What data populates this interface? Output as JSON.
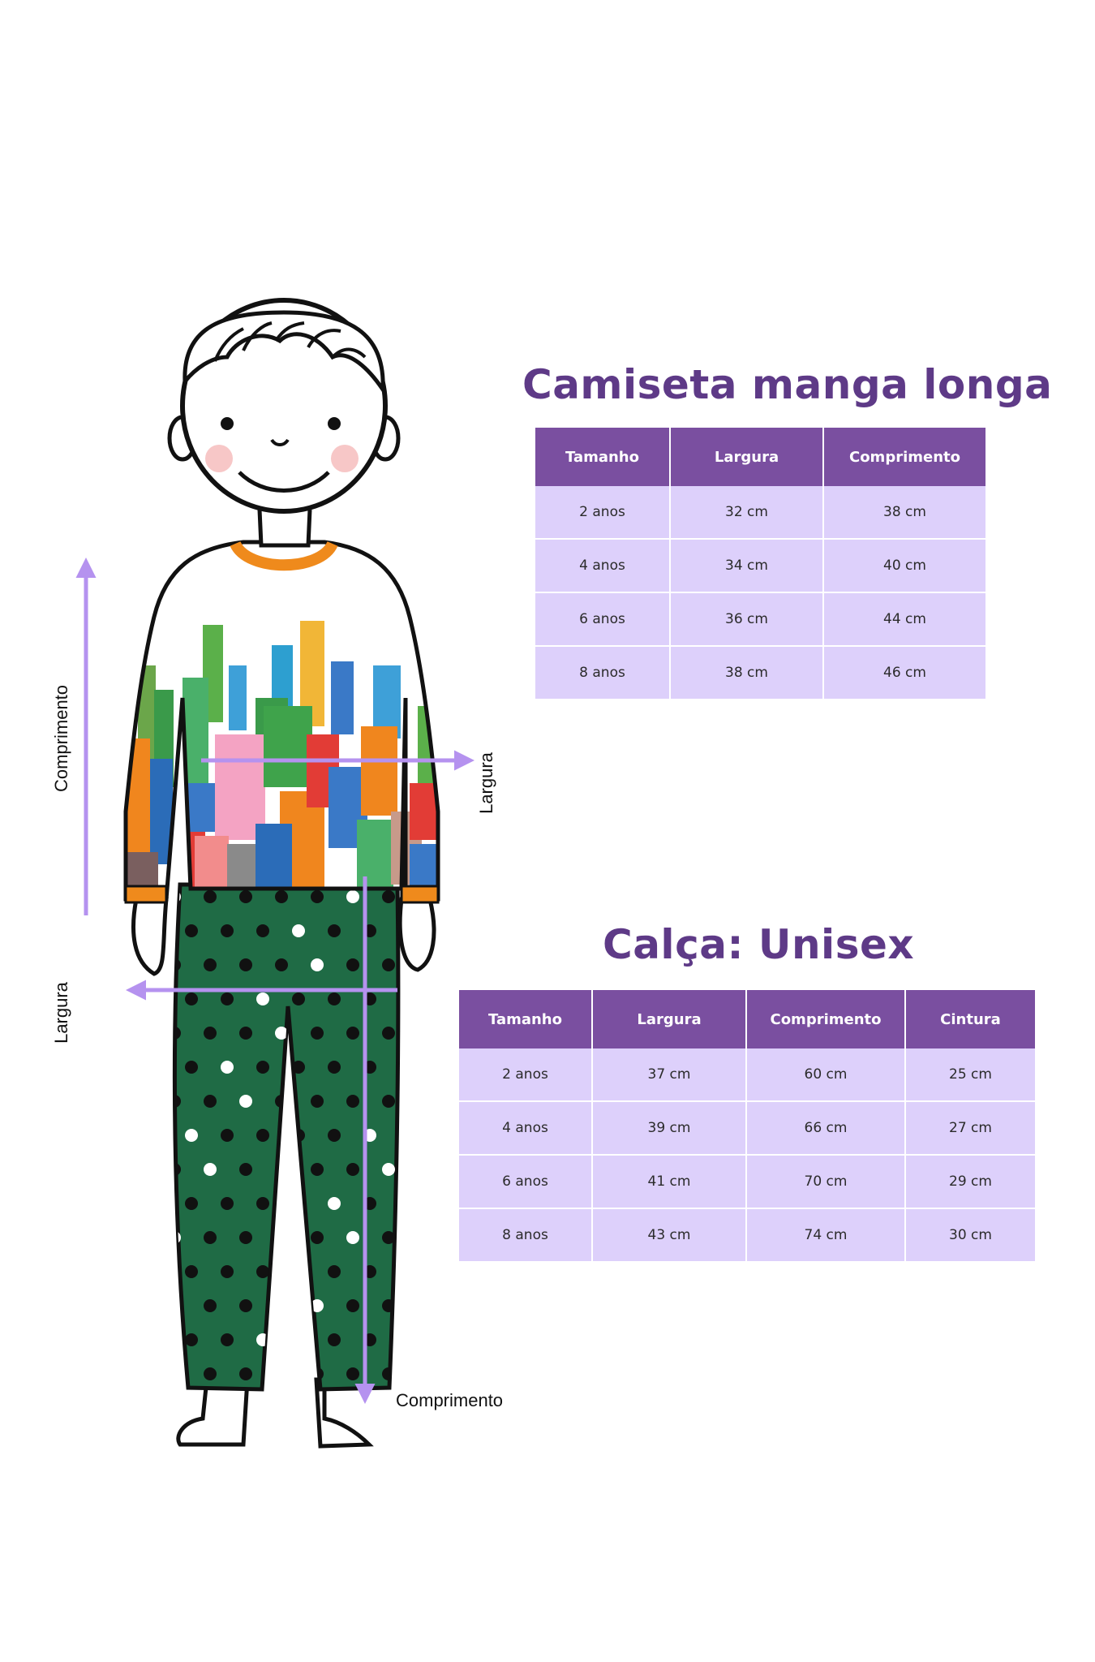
{
  "colors": {
    "title": "#5e3a87",
    "header_bg": "#7a4fa0",
    "cell_bg": "#ddd0fb",
    "arrow": "#b592ef",
    "pants_green": "#1f6b45",
    "collar_orange": "#ef8a1c"
  },
  "illustration": {
    "labels": {
      "shirt_length": "Comprimento",
      "shirt_width": "Largura",
      "pants_width": "Largura",
      "pants_length": "Comprimento"
    }
  },
  "shirt": {
    "title": "Camiseta manga longa",
    "headers": [
      "Tamanho",
      "Largura",
      "Comprimento"
    ],
    "rows": [
      [
        "2 anos",
        "32 cm",
        "38 cm"
      ],
      [
        "4 anos",
        "34 cm",
        "40 cm"
      ],
      [
        "6 anos",
        "36 cm",
        "44 cm"
      ],
      [
        "8 anos",
        "38 cm",
        "46 cm"
      ]
    ]
  },
  "pants": {
    "title": "Calça: Unisex",
    "headers": [
      "Tamanho",
      "Largura",
      "Comprimento",
      "Cintura"
    ],
    "rows": [
      [
        "2 anos",
        "37 cm",
        "60 cm",
        "25 cm"
      ],
      [
        "4 anos",
        "39 cm",
        "66 cm",
        "27 cm"
      ],
      [
        "6 anos",
        "41 cm",
        "70 cm",
        "29 cm"
      ],
      [
        "8 anos",
        "43 cm",
        "74 cm",
        "30 cm"
      ]
    ]
  }
}
